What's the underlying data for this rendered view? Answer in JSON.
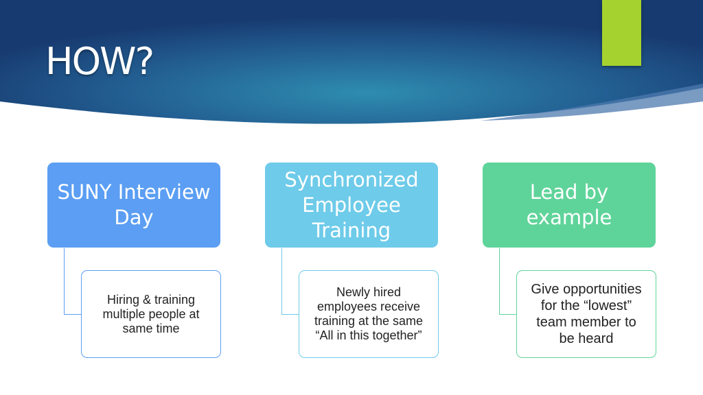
{
  "slide": {
    "title": "HOW?"
  },
  "colors": {
    "header_dark": "#173d73",
    "header_mid": "#2a83a8",
    "accent_green": "#a6d22f",
    "col1": "#5b9ef3",
    "col2": "#6ecbe9",
    "col3": "#5fd49a"
  },
  "columns": [
    {
      "heading": "SUNY Interview\nDay",
      "detail": "Hiring & training\nmultiple people at\nsame time"
    },
    {
      "heading": "Synchronized\nEmployee\nTraining",
      "detail": "Newly hired\nemployees receive\ntraining at the same\n“All in this together”"
    },
    {
      "heading": "Lead by\nexample",
      "detail": "Give opportunities\nfor the “lowest”\nteam member to\nbe heard"
    }
  ]
}
